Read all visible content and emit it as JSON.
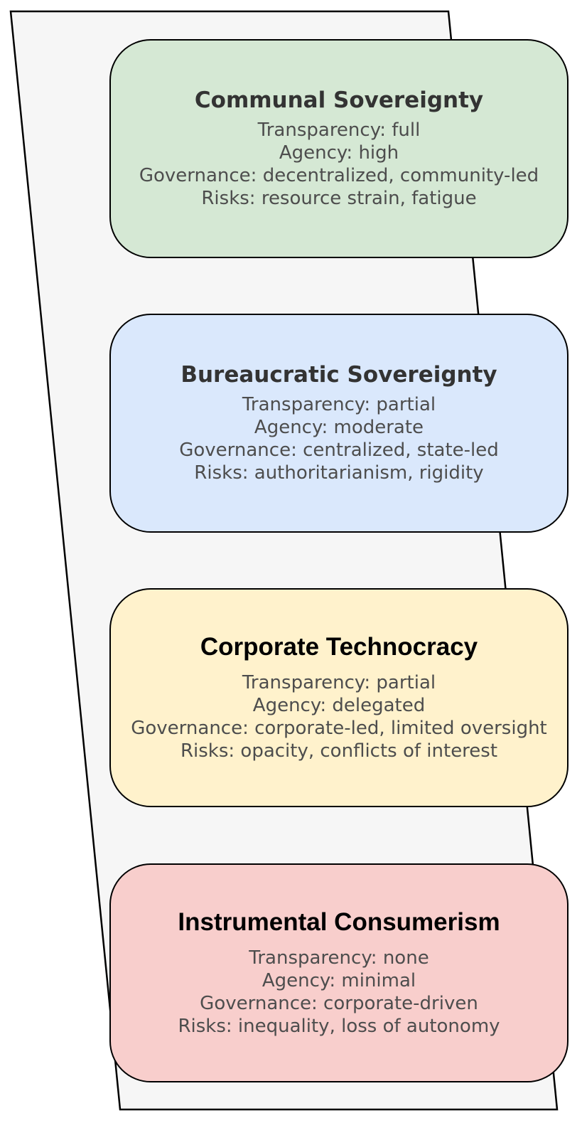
{
  "tiers": [
    {
      "title": "Communal Sovereignty",
      "transparency": "Transparency: full",
      "agency": "Agency: high",
      "governance": "Governance: decentralized, community-led",
      "risks": "Risks: resource strain, fatigue",
      "fill": "#d5e8d4"
    },
    {
      "title": "Bureaucratic Sovereignty",
      "transparency": "Transparency: partial",
      "agency": "Agency: moderate",
      "governance": "Governance: centralized, state-led",
      "risks": "Risks: authoritarianism, rigidity",
      "fill": "#dae8fc"
    },
    {
      "title": "Corporate Technocracy",
      "transparency": "Transparency: partial",
      "agency": "Agency: delegated",
      "governance": "Governance: corporate-led, limited oversight",
      "risks": "Risks: opacity, conflicts of interest",
      "fill": "#fff2cc"
    },
    {
      "title": "Instrumental Consumerism",
      "transparency": "Transparency: none",
      "agency": "Agency: minimal",
      "governance": "Governance: corporate-driven",
      "risks": "Risks: inequality, loss of autonomy",
      "fill": "#f8cecc"
    }
  ],
  "colors": {
    "background_band": "#f5f5f5",
    "stroke": "#000000",
    "title_text": "#333333",
    "body_text": "#4d4d4d"
  }
}
